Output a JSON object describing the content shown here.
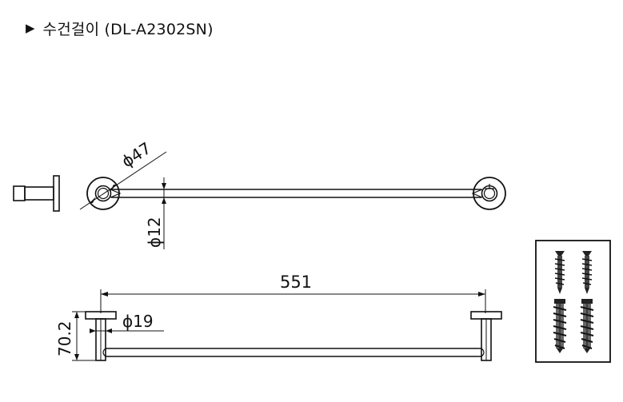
{
  "header": {
    "marker_glyph": "▶",
    "title": "수건걸이 (DL-A2302SN)"
  },
  "dimensions": {
    "flange_diameter": "ϕ47",
    "bar_diameter": "ϕ12",
    "overall_length": "551",
    "post_diameter": "ϕ19",
    "projection": "70.2"
  },
  "parts": {
    "screw_icon": "screw-icon",
    "anchor_icon": "wall-anchor-icon"
  }
}
